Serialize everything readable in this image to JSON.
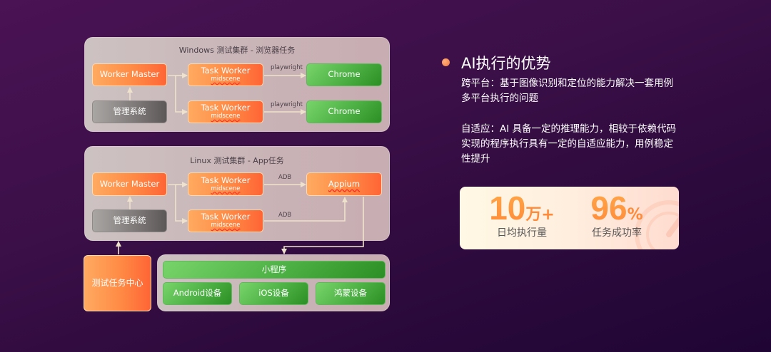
{
  "diagram": {
    "windows_cluster": {
      "title": "Windows 测试集群 - 浏览器任务",
      "worker_master": "Worker Master",
      "admin": "管理系统",
      "task_workers": [
        {
          "label": "Task Worker",
          "sub": "midscene",
          "edge": "playwright",
          "target": "Chrome"
        },
        {
          "label": "Task Worker",
          "sub": "midscene",
          "edge": "playwright",
          "target": "Chrome"
        }
      ]
    },
    "linux_cluster": {
      "title": "Linux 测试集群 - App任务",
      "worker_master": "Worker Master",
      "admin": "管理系统",
      "task_workers": [
        {
          "label": "Task Worker",
          "sub": "midscene",
          "edge": "ADB"
        },
        {
          "label": "Task Worker",
          "sub": "midscene",
          "edge": "ADB"
        }
      ],
      "target": "Appium"
    },
    "task_center": "测试任务中心",
    "devices": {
      "mini_program": "小程序",
      "items": [
        "Android设备",
        "iOS设备",
        "鸿蒙设备"
      ]
    }
  },
  "advantages": {
    "title": "AI执行的优势",
    "bullet_color": "#f5854a",
    "paragraphs": [
      "跨平台：基于图像识别和定位的能力解决一套用例多平台执行的问题",
      "自适应：AI 具备一定的推理能力，相较于依赖代码实现的程序执行具有一定的自适应能力，用例稳定性提升"
    ]
  },
  "stats": [
    {
      "value": "10",
      "unit": "万+",
      "label": "日均执行量"
    },
    {
      "value": "96",
      "unit": "%",
      "label": "任务成功率"
    }
  ],
  "colors": {
    "orange_node": "#ff7a40",
    "green_node": "#4cb044",
    "gray_node": "#7d7877",
    "panel": "#c9b3b6",
    "background": "#3b0f48"
  }
}
